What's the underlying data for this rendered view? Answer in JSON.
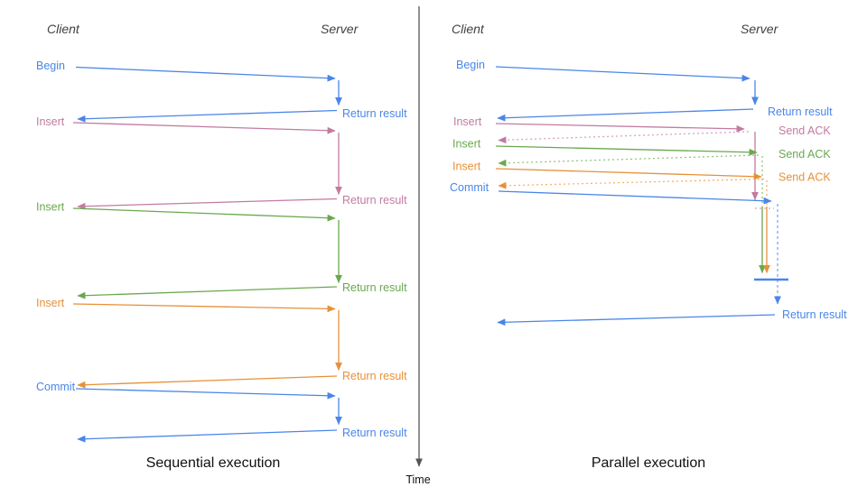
{
  "colors": {
    "blue": "#4a86e8",
    "pink": "#c27ba0",
    "green": "#6aa84f",
    "orange": "#e69138",
    "blue_light": "#7fa8ef",
    "pink_light": "#d5a6bd",
    "green_light": "#93c47d",
    "orange_light": "#f6b26b",
    "axis_gray": "#555555"
  },
  "time_axis": {
    "label": "Time"
  },
  "left": {
    "title": "Sequential execution",
    "client": "Client",
    "server": "Server",
    "ops": [
      {
        "label": "Begin",
        "result": "Return result",
        "color": "blue"
      },
      {
        "label": "Insert",
        "result": "Return result",
        "color": "pink"
      },
      {
        "label": "Insert",
        "result": "Return result",
        "color": "green"
      },
      {
        "label": "Insert",
        "result": "Return result",
        "color": "orange"
      },
      {
        "label": "Commit",
        "result": "Return result",
        "color": "blue"
      }
    ]
  },
  "right": {
    "title": "Parallel execution",
    "client": "Client",
    "server": "Server",
    "ops": [
      {
        "label": "Begin",
        "result": "Return result",
        "color": "blue"
      },
      {
        "label": "Insert",
        "result": "Send ACK",
        "color": "pink"
      },
      {
        "label": "Insert",
        "result": "Send ACK",
        "color": "green"
      },
      {
        "label": "Insert",
        "result": "Send ACK",
        "color": "orange"
      },
      {
        "label": "Commit",
        "result": "",
        "color": "blue"
      }
    ],
    "final_result": "Return result"
  }
}
